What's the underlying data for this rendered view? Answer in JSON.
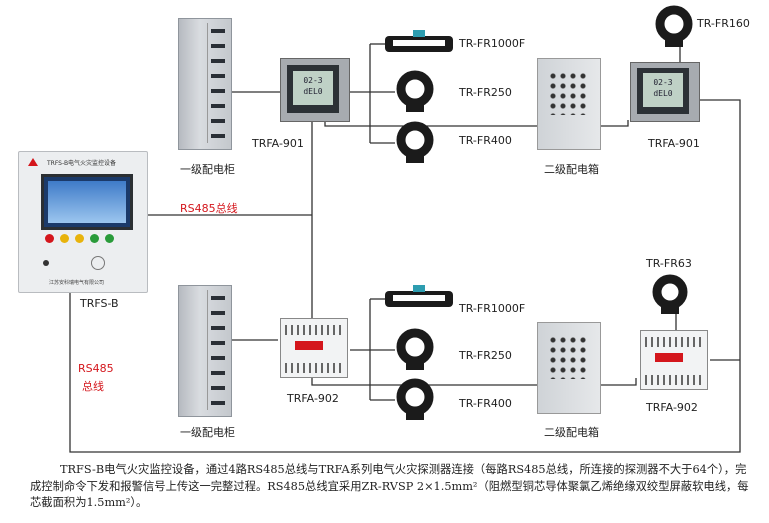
{
  "labels": {
    "trfs_b": "TRFS-B",
    "rs485_bus_top": "RS485总线",
    "rs485_left_1": "RS485",
    "rs485_left_2": "总线",
    "panel_title": "TRFS-B电气火灾监控设备",
    "panel_brand": "江苏安科瑞电气有限公司",
    "cabinet_1": "一级配电柜",
    "cabinet_2": "一级配电柜",
    "box_1": "二级配电箱",
    "box_2": "二级配电箱",
    "trfa901_a": "TRFA-901",
    "trfa901_b": "TRFA-901",
    "trfa902_a": "TRFA-902",
    "trfa902_b": "TRFA-902",
    "fr1000f_top": "TR-FR1000F",
    "fr250_top": "TR-FR250",
    "fr400_top": "TR-FR400",
    "fr160": "TR-FR160",
    "fr1000f_bot": "TR-FR1000F",
    "fr250_bot": "TR-FR250",
    "fr400_bot": "TR-FR400",
    "fr63": "TR-FR63",
    "lcd_line1": "02-3",
    "lcd_line2": "dEL0"
  },
  "caption": "TRFS-B电气火灾监控设备，通过4路RS485总线与TRFA系列电气火灾探测器连接（每路RS485总线，所连接的探测器不大于64个），完成控制命令下发和报警信号上传这一完整过程。RS485总线宜采用ZR-RVSP 2×1.5mm²（阻燃型铜芯导体聚氯乙烯绝缘双绞型屏蔽软电线，每芯截面积为1.5mm²）。",
  "colors": {
    "accent_red": "#d4161c",
    "wire": "#333333",
    "cabinet": "#c9cdd2"
  }
}
